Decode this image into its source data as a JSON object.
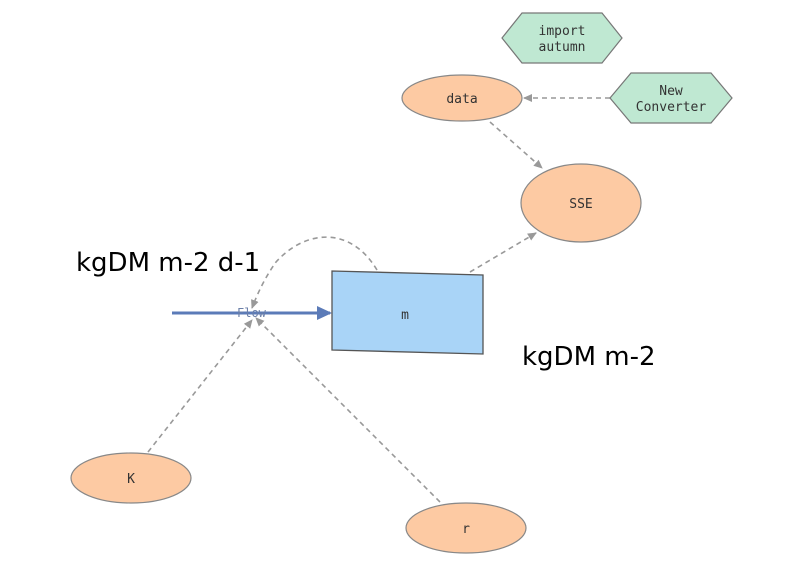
{
  "colors": {
    "stock_fill": "#a9d4f7",
    "stock_stroke": "#555555",
    "variable_fill": "#fdcaa3",
    "variable_stroke": "#888888",
    "converter_fill": "#bfe8d2",
    "converter_stroke": "#777777",
    "flow_arrow": "#5b7bb8",
    "link_dashed": "#999999"
  },
  "nodes": {
    "stock_m": {
      "label": "m"
    },
    "variable_data": {
      "label": "data"
    },
    "variable_sse": {
      "label": "SSE"
    },
    "variable_k": {
      "label": "K"
    },
    "variable_r": {
      "label": "r"
    },
    "converter_import": {
      "label_line1": "import",
      "label_line2": "autumn"
    },
    "converter_new": {
      "label_line1": "New",
      "label_line2": "Converter"
    }
  },
  "flow": {
    "label": "Flow"
  },
  "annotations": {
    "upper": "kgDM m-2 d-1",
    "lower": "kgDM m-2"
  }
}
